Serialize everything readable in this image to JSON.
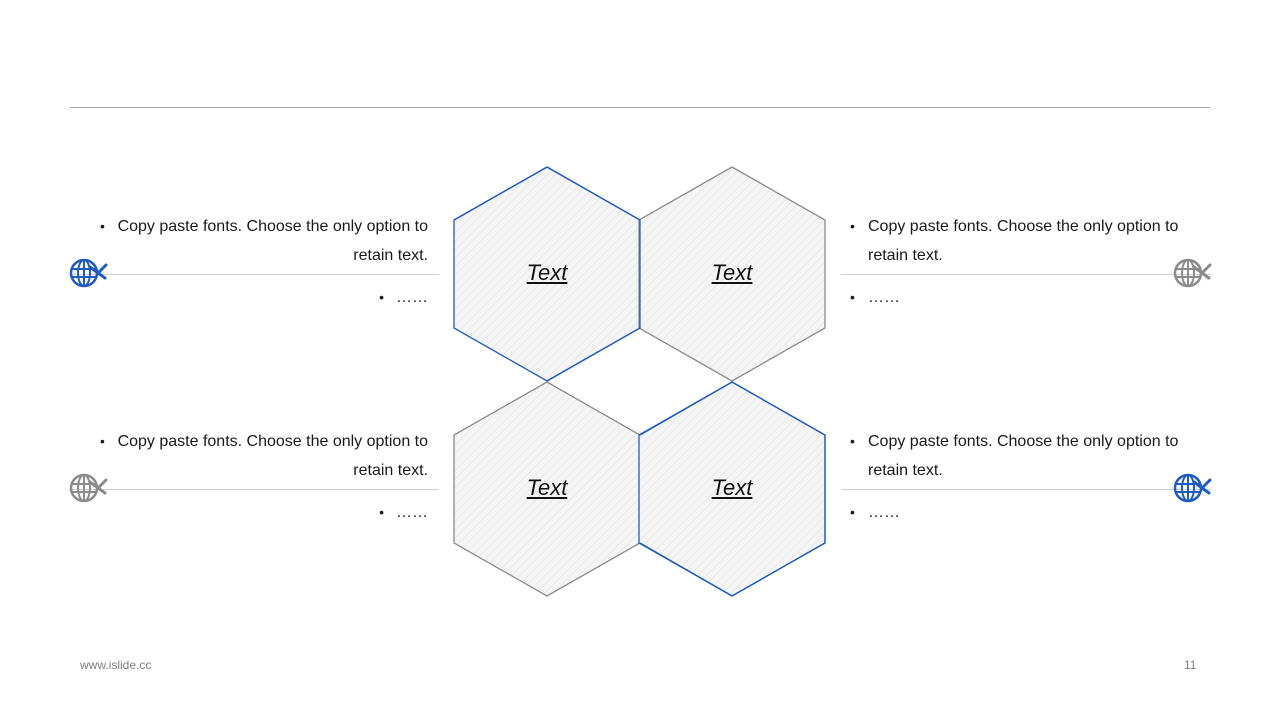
{
  "colors": {
    "accent": "#1f5cbf",
    "neutral": "#8c8c8c",
    "hex_fill": "#f4f4f4",
    "rule": "#a6a6a6"
  },
  "hexagons": [
    {
      "label": "Text",
      "outline": "blue"
    },
    {
      "label": "Text",
      "outline": "gray"
    },
    {
      "label": "Text",
      "outline": "gray"
    },
    {
      "label": "Text",
      "outline": "blue"
    }
  ],
  "blocks": [
    {
      "main": "Copy paste fonts. Choose the only option to retain text.",
      "sub": "……",
      "icon": "globe-plane-icon",
      "icon_color": "blue"
    },
    {
      "main": "Copy paste fonts. Choose the only option to retain text.",
      "sub": "……",
      "icon": "globe-plane-icon",
      "icon_color": "gray"
    },
    {
      "main": "Copy paste fonts. Choose the only option to retain text.",
      "sub": "……",
      "icon": "globe-plane-icon",
      "icon_color": "gray"
    },
    {
      "main": "Copy paste fonts. Choose the only option to retain text.",
      "sub": "……",
      "icon": "globe-plane-icon",
      "icon_color": "blue"
    }
  ],
  "bullet_glyph": "•",
  "footer": {
    "url": "www.islide.cc",
    "page_number": "11"
  }
}
